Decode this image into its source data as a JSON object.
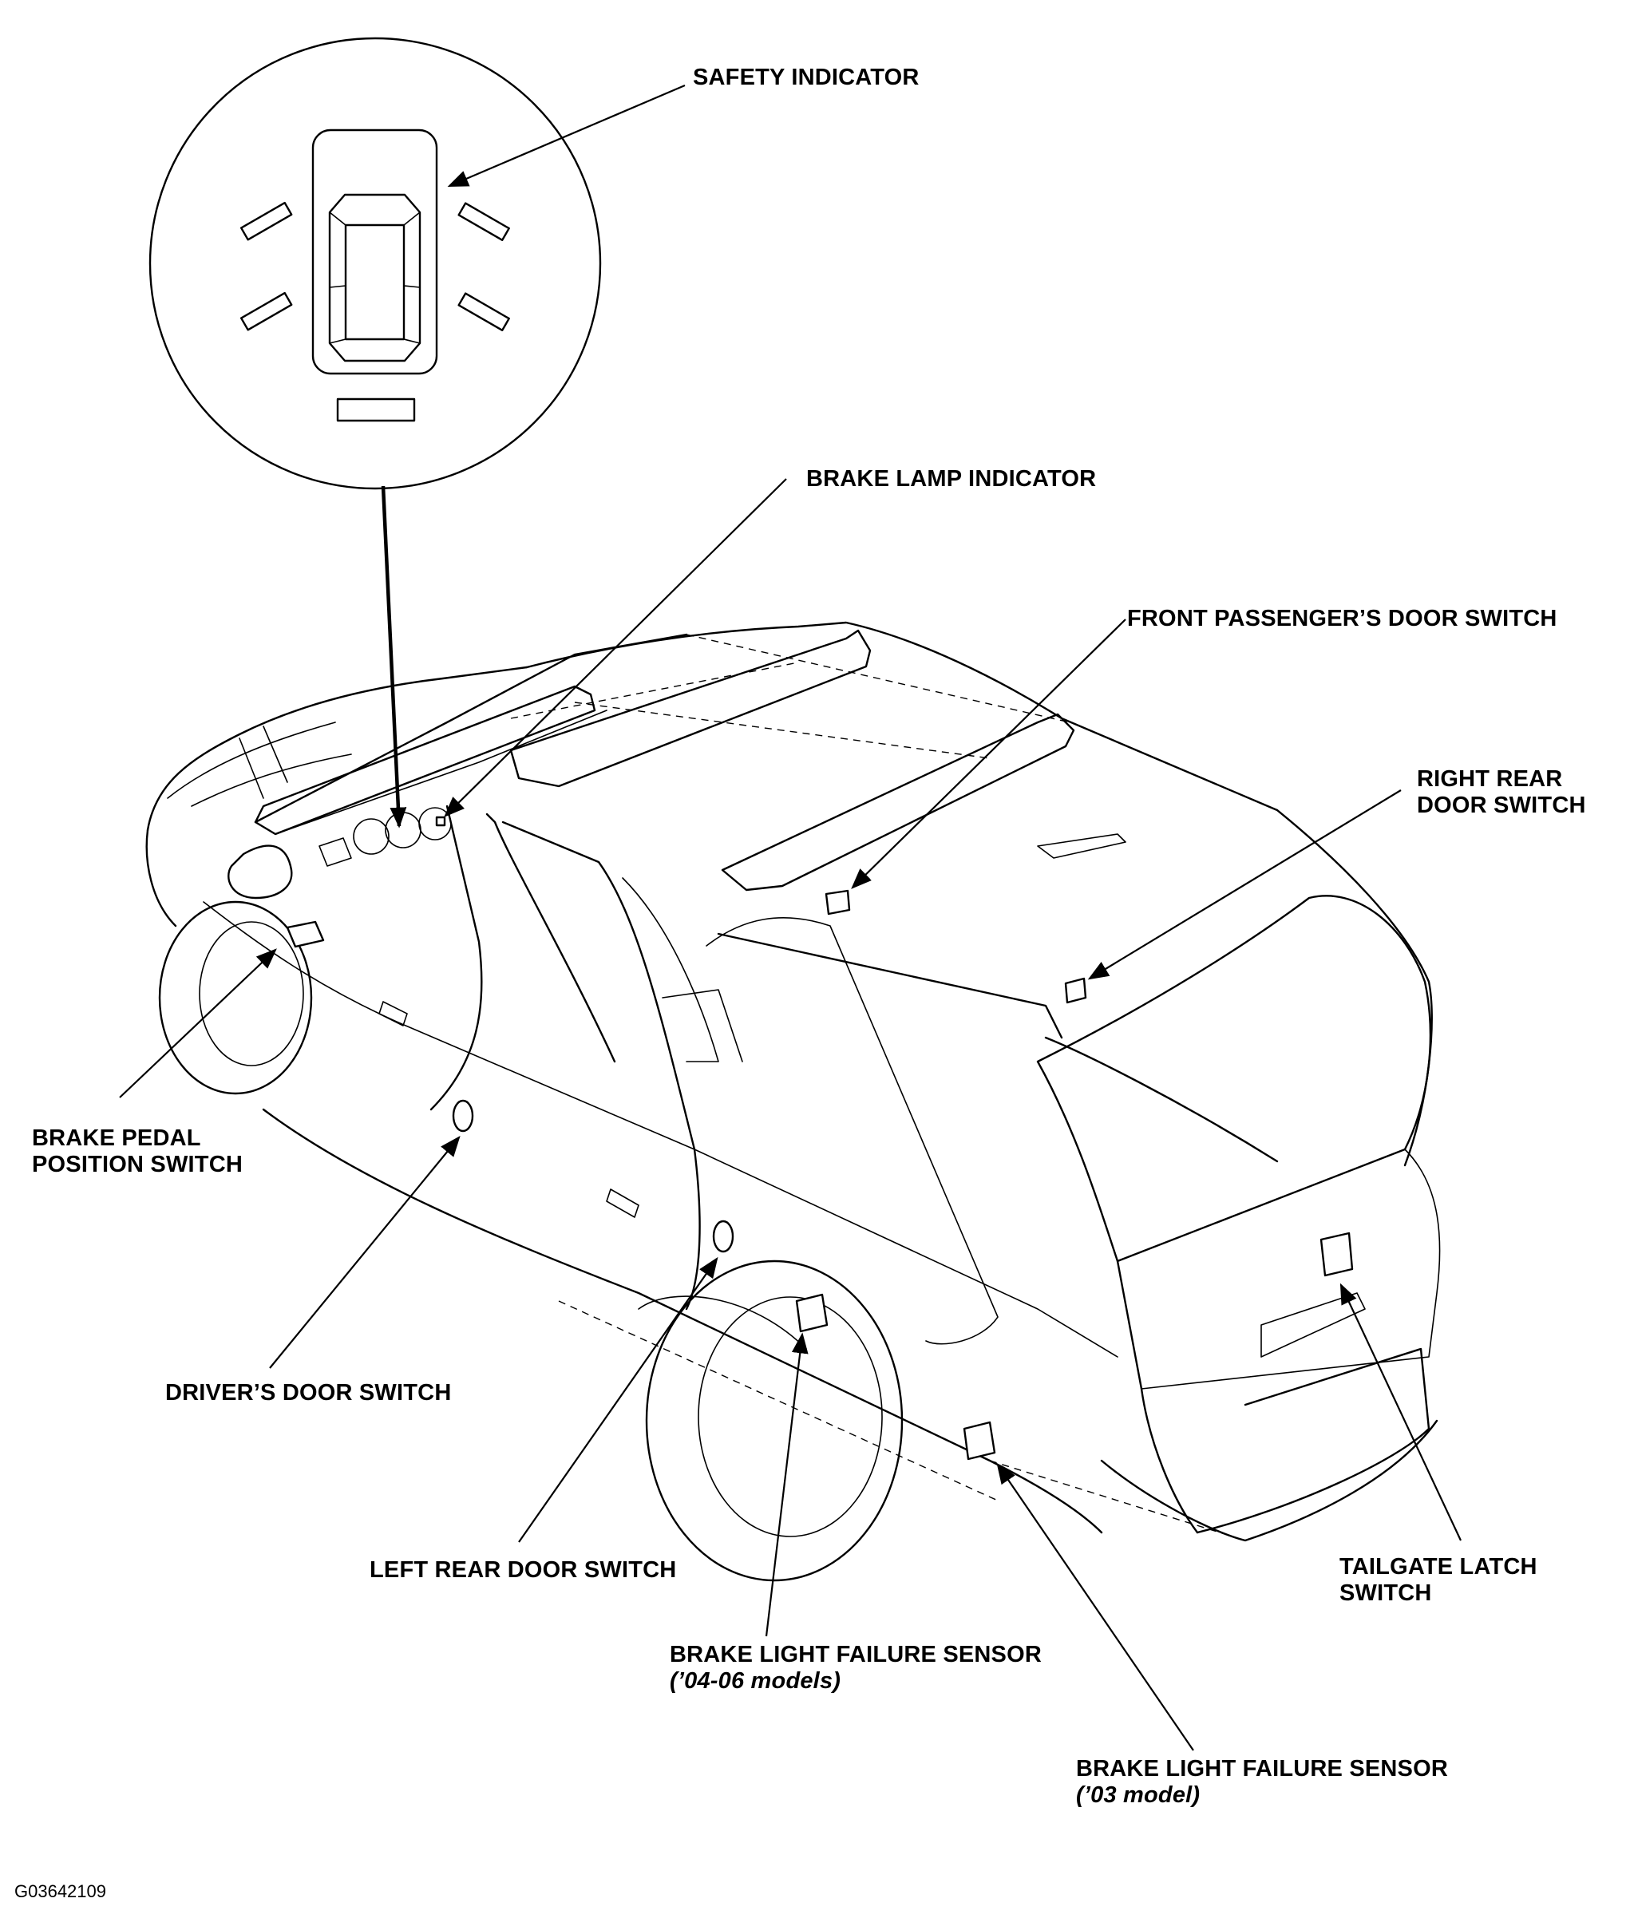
{
  "labels": {
    "safety_indicator": "SAFETY INDICATOR",
    "brake_lamp_indicator": "BRAKE LAMP INDICATOR",
    "front_passenger_door_switch": "FRONT PASSENGER’S DOOR SWITCH",
    "right_rear_door_switch": [
      "RIGHT REAR",
      "DOOR SWITCH"
    ],
    "brake_pedal_position_switch": [
      "BRAKE PEDAL",
      "POSITION SWITCH"
    ],
    "drivers_door_switch": "DRIVER’S DOOR SWITCH",
    "left_rear_door_switch": "LEFT REAR DOOR SWITCH",
    "brake_light_failure_sensor_04_06": [
      "BRAKE LIGHT FAILURE SENSOR",
      "(’04-06 models)"
    ],
    "brake_light_failure_sensor_03": [
      "BRAKE LIGHT FAILURE SENSOR",
      "(’03 model)"
    ],
    "tailgate_latch_switch": [
      "TAILGATE LATCH",
      "SWITCH"
    ]
  },
  "figure_code": "G03642109",
  "colors": {
    "ink": "#000000",
    "paper": "#ffffff"
  }
}
